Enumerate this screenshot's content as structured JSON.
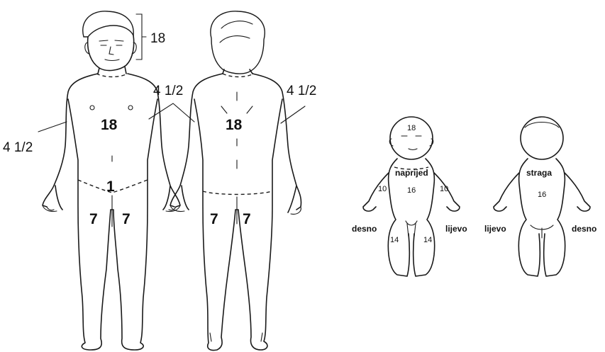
{
  "adult_front": {
    "head": "18",
    "trunk": "18",
    "arm_left": "4 1/2",
    "arm_right": "4 1/2",
    "genital": "1",
    "leg_left": "7",
    "leg_right": "7"
  },
  "adult_back": {
    "trunk": "18",
    "arm": "4 1/2",
    "leg_left": "7",
    "leg_right": "7"
  },
  "infant_front": {
    "head": "18",
    "trunk": "16",
    "arm_left": "10",
    "arm_right": "10",
    "leg_left": "14",
    "leg_right": "14",
    "view_label": "naprijed",
    "side_right": "desno",
    "side_left": "lijevo"
  },
  "infant_back": {
    "trunk": "16",
    "view_label": "straga",
    "side_left": "lijevo",
    "side_right": "desno"
  },
  "colors": {
    "ink": "#1a1a1a",
    "background": "#ffffff"
  }
}
